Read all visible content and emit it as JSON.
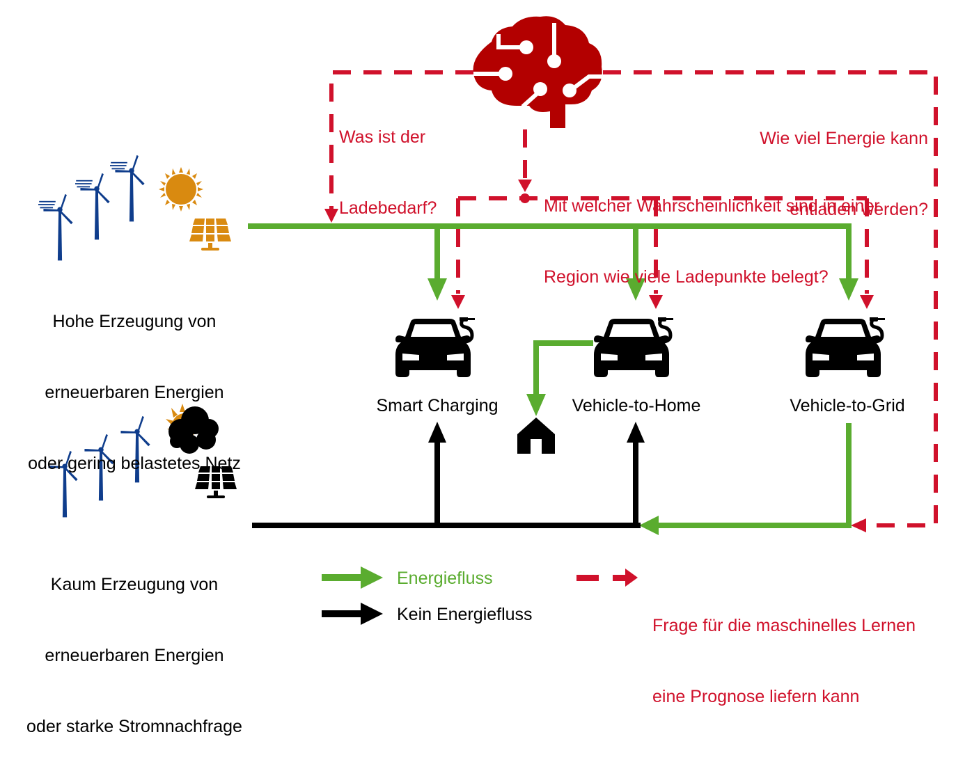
{
  "colors": {
    "energy_flow": "#5aac2f",
    "no_energy_flow": "#000000",
    "ml_question": "#d0112b",
    "ml_brain": "#b30000",
    "wind_turbine": "#0f3d8c",
    "solar_high": "#d98a10",
    "solar_low": "#000000"
  },
  "scenarios": {
    "high": {
      "icons": [
        "wind-turbine-icon",
        "sun-icon",
        "solar-panel-icon"
      ],
      "lines": [
        "Hohe Erzeugung von",
        "erneuerbaren Energien",
        "oder gering belastetes Netz"
      ]
    },
    "low": {
      "icons": [
        "wind-turbine-icon",
        "cloud-sun-icon",
        "solar-panel-icon"
      ],
      "lines": [
        "Kaum Erzeugung von",
        "erneuerbaren Energien",
        "oder starke Stromnachfrage"
      ]
    }
  },
  "ml": {
    "icon": "brain-circuit-icon",
    "questions": {
      "charging_demand": [
        "Was ist der",
        "Ladebedarf?"
      ],
      "discharge_energy": [
        "Wie viel Energie kann",
        "entladen werden?"
      ],
      "occupancy": [
        "Mit welcher Wahrscheinlichkeit sind in einer",
        "Region wie viele Ladepunkte belegt?"
      ]
    }
  },
  "use_cases": [
    {
      "id": "smart-charging",
      "label": "Smart Charging",
      "icon": "electric-car-icon"
    },
    {
      "id": "vehicle-to-home",
      "label": "Vehicle-to-Home",
      "icon": "electric-car-icon",
      "target_icon": "house-icon"
    },
    {
      "id": "vehicle-to-grid",
      "label": "Vehicle-to-Grid",
      "icon": "electric-car-icon"
    }
  ],
  "legend": {
    "energy_flow": "Energiefluss",
    "no_energy_flow": "Kein Energiefluss",
    "ml_question": [
      "Frage für die maschinelles Lernen",
      "eine Prognose liefern kann"
    ]
  }
}
